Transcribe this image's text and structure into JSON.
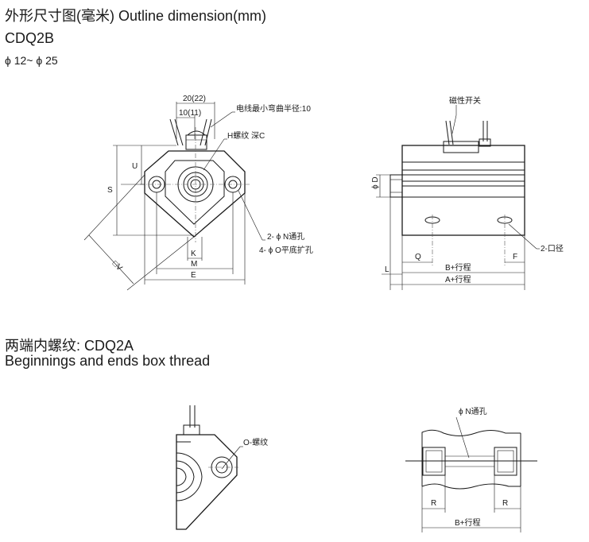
{
  "header": {
    "title": "外形尺寸图(毫米) Outline dimension(mm)",
    "model": "CDQ2B",
    "bore_range": "ϕ 12~ ϕ 25"
  },
  "top_left_drawing": {
    "dim_20_22": "20(22)",
    "dim_10_11": "10(11)",
    "label_bend_radius": "电线最小弯曲半径:10",
    "label_h_thread": "H螺纹 深C",
    "dim_u": "U",
    "dim_s": "S",
    "dim_v": "□V",
    "label_n_hole": "2- ϕ N通孔",
    "label_o_counterbore": "4- ϕ O平底扩孔",
    "dim_k": "K",
    "dim_m": "M",
    "dim_e": "E"
  },
  "top_right_drawing": {
    "label_switch": "磁性开关",
    "dim_d": "ϕ D",
    "label_port": "2-口径",
    "dim_q": "Q",
    "dim_f": "F",
    "dim_l": "L",
    "dim_b_stroke": "B+行程",
    "dim_a_stroke": "A+行程"
  },
  "section2": {
    "title": "两端内螺纹: CDQ2A",
    "subtitle": "Beginnings and ends box thread"
  },
  "bottom_left_drawing": {
    "label_o_thread": "O-螺纹"
  },
  "bottom_right_drawing": {
    "label_n_hole": "ϕ N通孔",
    "dim_r_left": "R",
    "dim_r_right": "R",
    "dim_b_stroke": "B+行程"
  }
}
